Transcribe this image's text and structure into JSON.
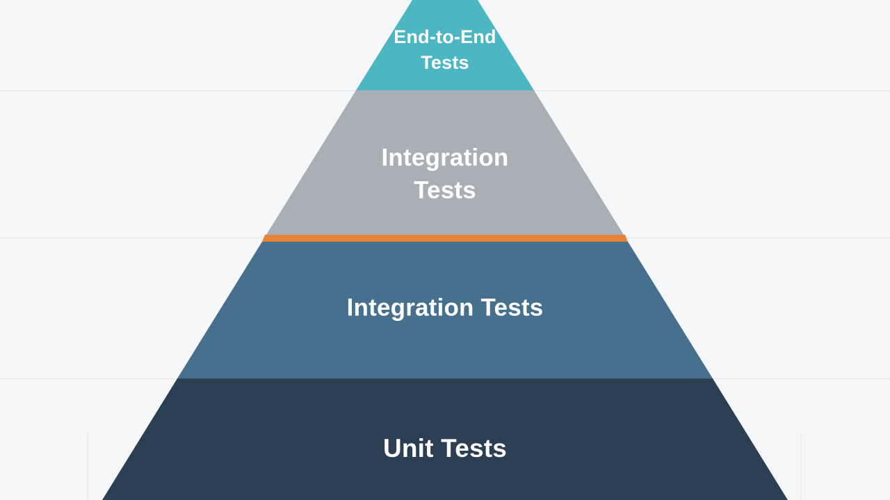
{
  "diagram": {
    "type": "pyramid",
    "background_color": "#f6f7f8",
    "divider_color": "#e8833c",
    "layers": [
      {
        "id": "end-to-end",
        "label_line1": "End-to-End",
        "label_line2": "Tests",
        "color": "#4db6c3"
      },
      {
        "id": "integration-upper",
        "label_line1": "Integration",
        "label_line2": "Tests",
        "color": "#a3aab1"
      },
      {
        "id": "integration-lower",
        "label": "Integration Tests",
        "color": "#47708f"
      },
      {
        "id": "unit",
        "label": "Unit Tests",
        "color": "#2b3e52"
      }
    ]
  }
}
